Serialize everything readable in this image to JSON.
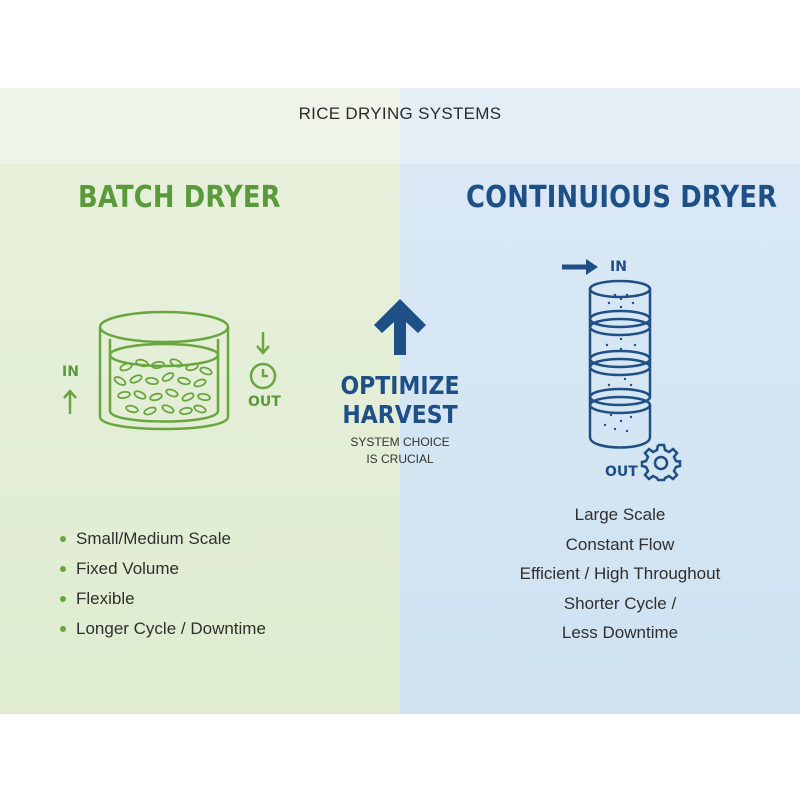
{
  "page": {
    "title": "RICE DRYING SYSTEMS"
  },
  "batch": {
    "heading": "BATCH DRYER",
    "in_label": "IN",
    "out_label": "OUT",
    "features": [
      "Small/Medium Scale",
      "Fixed Volume",
      "Flexible",
      "Longer Cycle / Downtime"
    ]
  },
  "center": {
    "title_line1": "OPTIMIZE",
    "title_line2": "HARVEST",
    "sub_line1": "SYSTEM CHOICE",
    "sub_line2": "IS CRUCIAL"
  },
  "continuous": {
    "heading": "CONTINUIOUS DRYER",
    "in_label": "IN",
    "out_label": "OUT",
    "features": [
      "Large Scale",
      "Constant Flow",
      "Efficient / High Throughout",
      "Shorter Cycle /",
      "Less Downtime"
    ]
  },
  "colors": {
    "green": "#5b9a3a",
    "blue": "#1e4f86",
    "left_bg": "#e4eed8",
    "right_bg": "#d6e7f4"
  },
  "icons": [
    "batch-bin-icon",
    "up-arrow-icon",
    "down-arrow-icon",
    "clock-icon",
    "optimize-arrow-icon",
    "right-arrow-icon",
    "tower-dryer-icon",
    "gear-icon"
  ]
}
